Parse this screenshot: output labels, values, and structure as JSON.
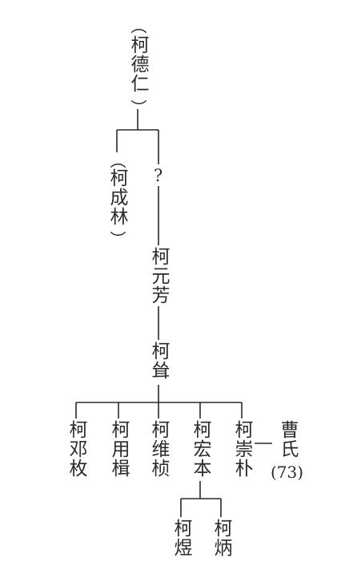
{
  "nodes": {
    "de_ren": "柯德仁",
    "cheng_lin": "柯成林",
    "unknown": "?",
    "yuan_fang": "柯元芳",
    "weng": "柯耸",
    "deng_mei": "柯邓枚",
    "yong_ji": "柯用楫",
    "wei_zhen": "柯维桢",
    "hong_ben": "柯宏本",
    "chong_pu": "柯崇朴",
    "cao_shi": "曹氏",
    "cao_shi_note": "(73)",
    "yu": "柯煜",
    "bing": "柯炳"
  }
}
